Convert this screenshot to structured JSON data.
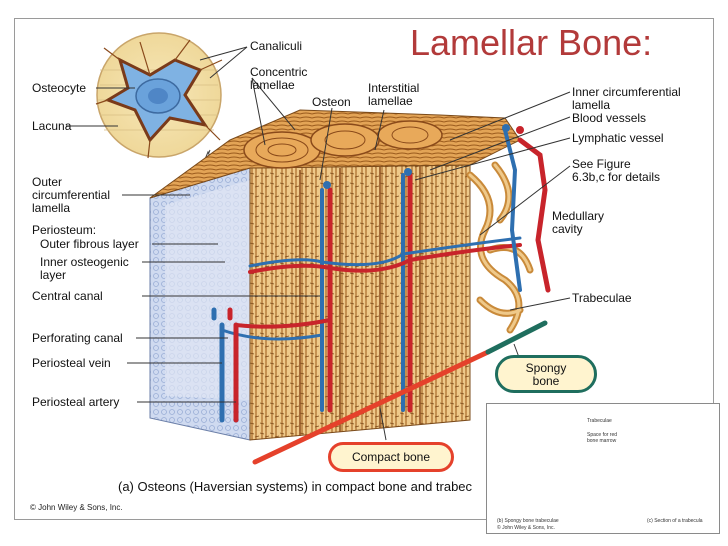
{
  "title": "Lamellar Bone:",
  "labels": {
    "canaliculi": "Canaliculi",
    "osteocyte": "Osteocyte",
    "concentric_lamellae": "Concentric\nlamellae",
    "osteon": "Osteon",
    "interstitial_lamellae": "Interstitial\nlamellae",
    "inner_circumferential_lamella": "Inner circumferential\nlamella",
    "blood_vessels": "Blood vessels",
    "lymphatic_vessel": "Lymphatic vessel",
    "see_figure": "See Figure\n6.3b,c for details",
    "lacuna": "Lacuna",
    "outer_circumferential_lamella": "Outer\ncircumferential\nlamella",
    "periosteum": "Periosteum:",
    "outer_fibrous_layer": "Outer fibrous layer",
    "inner_osteogenic_layer": "Inner osteogenic\nlayer",
    "medullary_cavity": "Medullary\ncavity",
    "central_canal": "Central canal",
    "trabeculae": "Trabeculae",
    "perforating_canal": "Perforating canal",
    "periosteal_vein": "Periosteal vein",
    "periosteal_artery": "Periosteal artery"
  },
  "callouts": {
    "spongy_bone": "Spongy\nbone",
    "compact_bone": "Compact bone"
  },
  "caption": "(a) Osteons (Haversian systems) in compact bone and trabec",
  "credit": "© John Wiley & Sons, Inc.",
  "inset": {
    "label_trabeculae": "Trabeculae",
    "label_space": "Space for red\nbone marrow",
    "caption_left": "(b) Spongy bone trabeculae",
    "caption_right": "(c) Section of a trabecula",
    "credit": "© John Wiley & Sons, Inc."
  },
  "colors": {
    "title": "#b23a3a",
    "compact_bar": "#e5412b",
    "spongy_bar": "#1f6e5e",
    "artery": "#c8242b",
    "vein": "#2e6fb0",
    "bone": "#e8b36b"
  }
}
